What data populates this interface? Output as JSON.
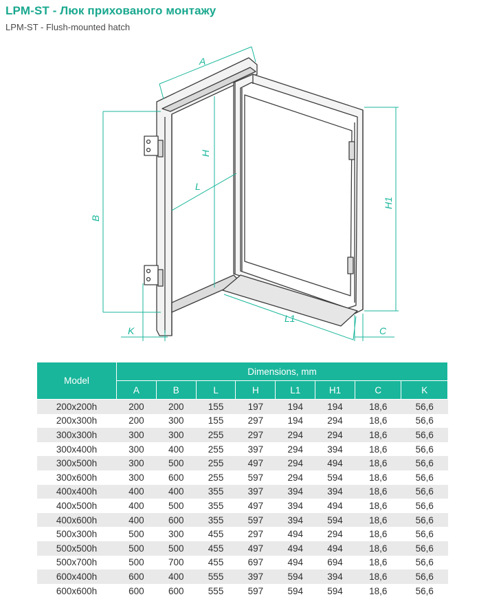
{
  "header": {
    "title": "LPM-ST - Люк прихованого монтажу",
    "subtitle": "LPM-ST - Flush-mounted hatch"
  },
  "drawing": {
    "labels": {
      "a": "A",
      "b": "B",
      "h": "H",
      "l": "L",
      "l1": "L1",
      "h1": "H1",
      "c": "C",
      "k": "K"
    },
    "line_color": "#19b69b"
  },
  "table": {
    "model_header": "Model",
    "group_header": "Dimensions, mm",
    "columns": [
      "A",
      "B",
      "L",
      "H",
      "L1",
      "H1",
      "C",
      "K"
    ],
    "rows": [
      [
        "200x200h",
        "200",
        "200",
        "155",
        "197",
        "194",
        "194",
        "18,6",
        "56,6"
      ],
      [
        "200x300h",
        "200",
        "300",
        "155",
        "297",
        "194",
        "294",
        "18,6",
        "56,6"
      ],
      [
        "300x300h",
        "300",
        "300",
        "255",
        "297",
        "294",
        "294",
        "18,6",
        "56,6"
      ],
      [
        "300x400h",
        "300",
        "400",
        "255",
        "397",
        "294",
        "394",
        "18,6",
        "56,6"
      ],
      [
        "300x500h",
        "300",
        "500",
        "255",
        "497",
        "294",
        "494",
        "18,6",
        "56,6"
      ],
      [
        "300x600h",
        "300",
        "600",
        "255",
        "597",
        "294",
        "594",
        "18,6",
        "56,6"
      ],
      [
        "400x400h",
        "400",
        "400",
        "355",
        "397",
        "394",
        "394",
        "18,6",
        "56,6"
      ],
      [
        "400x500h",
        "400",
        "500",
        "355",
        "497",
        "394",
        "494",
        "18,6",
        "56,6"
      ],
      [
        "400x600h",
        "400",
        "600",
        "355",
        "597",
        "394",
        "594",
        "18,6",
        "56,6"
      ],
      [
        "500x300h",
        "500",
        "300",
        "455",
        "297",
        "494",
        "294",
        "18,6",
        "56,6"
      ],
      [
        "500x500h",
        "500",
        "500",
        "455",
        "497",
        "494",
        "494",
        "18,6",
        "56,6"
      ],
      [
        "500x700h",
        "500",
        "700",
        "455",
        "697",
        "494",
        "694",
        "18,6",
        "56,6"
      ],
      [
        "600x400h",
        "600",
        "400",
        "555",
        "397",
        "594",
        "394",
        "18,6",
        "56,6"
      ],
      [
        "600x600h",
        "600",
        "600",
        "555",
        "597",
        "594",
        "594",
        "18,6",
        "56,6"
      ]
    ],
    "header_color": "#19b69b",
    "stripe_color": "#e9e9e9"
  }
}
